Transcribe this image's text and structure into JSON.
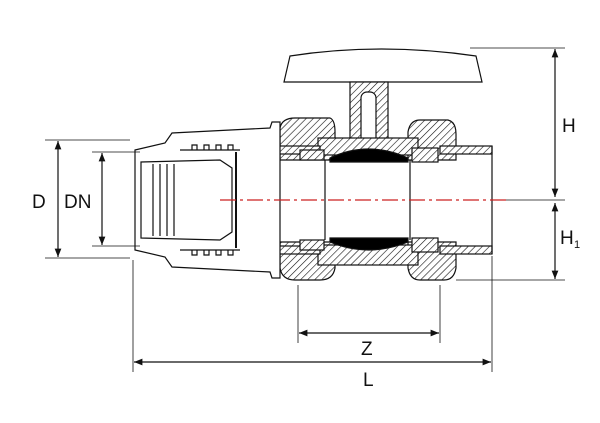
{
  "diagram": {
    "dimension_labels": {
      "D": "D",
      "DN": "DN",
      "H": "H",
      "H1_main": "H",
      "H1_sub": "1",
      "Z": "Z",
      "L": "L"
    },
    "colors": {
      "line": "#111111",
      "centerline": "#cc2222",
      "ball": "#000000"
    }
  }
}
